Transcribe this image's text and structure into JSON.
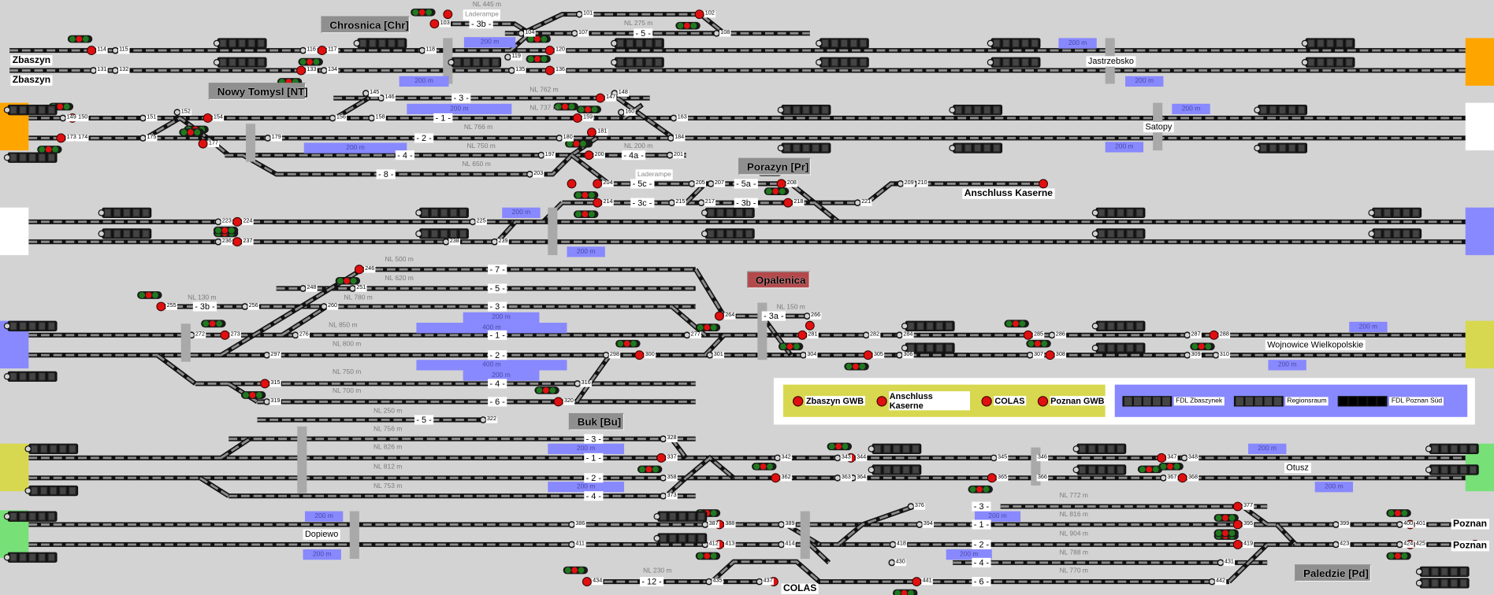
{
  "colors": {
    "background": "#d3d3d3",
    "signal_red": "#e01010",
    "signal_green": "#1f7a1f",
    "block_blue": "#8888ff",
    "legend_yellow": "#d8d850",
    "panel_orange": "#ffa500",
    "panel_green": "#77e077",
    "opalenica_red": "#b3494b"
  },
  "stations": [
    "Chrosnica [Chr]",
    "Nowy Tomysl [NT]",
    "Porazyn [Pr]",
    "Opalenica",
    "Buk [Bu]",
    "Paledzie [Pd]"
  ],
  "places": [
    "Zbaszyn",
    "Zbaszyn",
    "Jastrzebsko",
    "Satopy",
    "Wojnowice Wielkopolskie",
    "Otusz",
    "Dopiewo",
    "Poznan",
    "Poznan",
    "Anschluss Kaserne",
    "COLAS",
    "Laderampe",
    "Laderampe"
  ],
  "track_labels": [
    "- 3b -",
    "- 5 -",
    "- 3 -",
    "- 1 -",
    "- 2 -",
    "- 4 -",
    "- 8 -",
    "- 4a -",
    "- 5c -",
    "- 5a -",
    "- 3c -",
    "- 3b -",
    "- 7 -",
    "- 5 -",
    "- 3 -",
    "- 3b -",
    "- 1 -",
    "- 2 -",
    "- 4 -",
    "- 6 -",
    "- 3a -",
    "- 5 -",
    "- 3 -",
    "- 1 -",
    "- 2 -",
    "- 4 -",
    "- 3 -",
    "- 1 -",
    "- 2 -",
    "- 4 -",
    "- 6 -",
    "- 12 -"
  ],
  "lengths": [
    "NL 445 m",
    "NL 275 m",
    "NL 762 m",
    "NL 737 m",
    "NL 766 m",
    "NL 750 m",
    "NL 200 m",
    "NL 650 m",
    "NL 500 m",
    "NL 620 m",
    "NL 130 m",
    "NL 780 m",
    "NL 850 m",
    "NL 800 m",
    "NL 750 m",
    "NL 700 m",
    "NL 150 m",
    "NL 250 m",
    "NL 756 m",
    "NL 826 m",
    "NL 812 m",
    "NL 753 m",
    "NL 772 m",
    "NL 816 m",
    "NL 904 m",
    "NL 788 m",
    "NL 770 m",
    "NL 230 m"
  ],
  "block_marks": [
    "200 m",
    "200 m",
    "200 m",
    "200 m",
    "200 m",
    "200 m",
    "200 m",
    "200 m",
    "200 m",
    "200 m",
    "200 m",
    "400 m",
    "400 m",
    "200 m",
    "200 m",
    "200 m",
    "200 m",
    "200 m",
    "200 m",
    "200 m",
    "200 m",
    "200 m",
    "200 m",
    "200 m"
  ],
  "signal_numbers": [
    "103",
    "104",
    "101",
    "102",
    "107",
    "108",
    "114",
    "115",
    "116",
    "117",
    "118",
    "119",
    "120",
    "131",
    "132",
    "133",
    "134",
    "135",
    "136",
    "145",
    "146",
    "147",
    "148",
    "149",
    "150",
    "151",
    "152",
    "154",
    "156",
    "158",
    "159",
    "160",
    "163",
    "173",
    "174",
    "175",
    "177",
    "179",
    "180",
    "181",
    "184",
    "197",
    "200",
    "201",
    "203",
    "204",
    "205",
    "207",
    "208",
    "209",
    "210",
    "214",
    "215",
    "217",
    "218",
    "221",
    "223",
    "224",
    "225",
    "236",
    "237",
    "238",
    "239",
    "246",
    "248",
    "251",
    "255",
    "256",
    "260",
    "264",
    "266",
    "272",
    "273",
    "276",
    "277",
    "281",
    "282",
    "284",
    "285",
    "286",
    "287",
    "288",
    "297",
    "298",
    "300",
    "301",
    "304",
    "305",
    "306",
    "307",
    "308",
    "309",
    "310",
    "315",
    "316",
    "319",
    "320",
    "322",
    "328",
    "337",
    "342",
    "343",
    "344",
    "345",
    "346",
    "347",
    "348",
    "358",
    "362",
    "363",
    "364",
    "365",
    "366",
    "367",
    "368",
    "373",
    "376",
    "377",
    "386",
    "387",
    "388",
    "389",
    "394",
    "395",
    "399",
    "400",
    "401",
    "411",
    "412",
    "413",
    "414",
    "418",
    "419",
    "423",
    "424",
    "425",
    "430",
    "431",
    "434",
    "435",
    "437",
    "441",
    "442"
  ],
  "legend": {
    "signal_items": [
      "Zbaszyn GWB",
      "Anschluss Kaserne",
      "COLAS",
      "Poznan GWB"
    ],
    "display_items": [
      "FDL Zbaszynek",
      "Regionsraum",
      "FDL Poznan Süd"
    ]
  }
}
